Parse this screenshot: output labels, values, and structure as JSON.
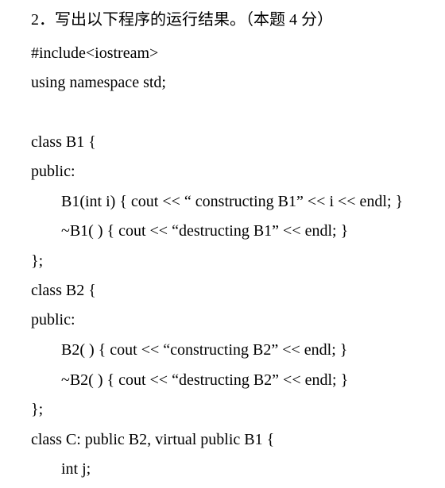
{
  "question": {
    "title": "2．写出以下程序的运行结果。（本题 4 分）"
  },
  "code_lines": [
    "#include<iostream>",
    "using namespace std;",
    "class B1 {",
    "public:",
    "B1(int i) { cout << “ constructing B1” << i << endl; }",
    "~B1( ) { cout << “destructing B1” << endl; }",
    "};",
    "class B2 {",
    "public:",
    "B2( ) { cout << “constructing B2” << endl; }",
    "~B2( ) { cout << “destructing B2” << endl; }",
    "};",
    "class C: public B2, virtual public B1 {",
    "int j;"
  ]
}
